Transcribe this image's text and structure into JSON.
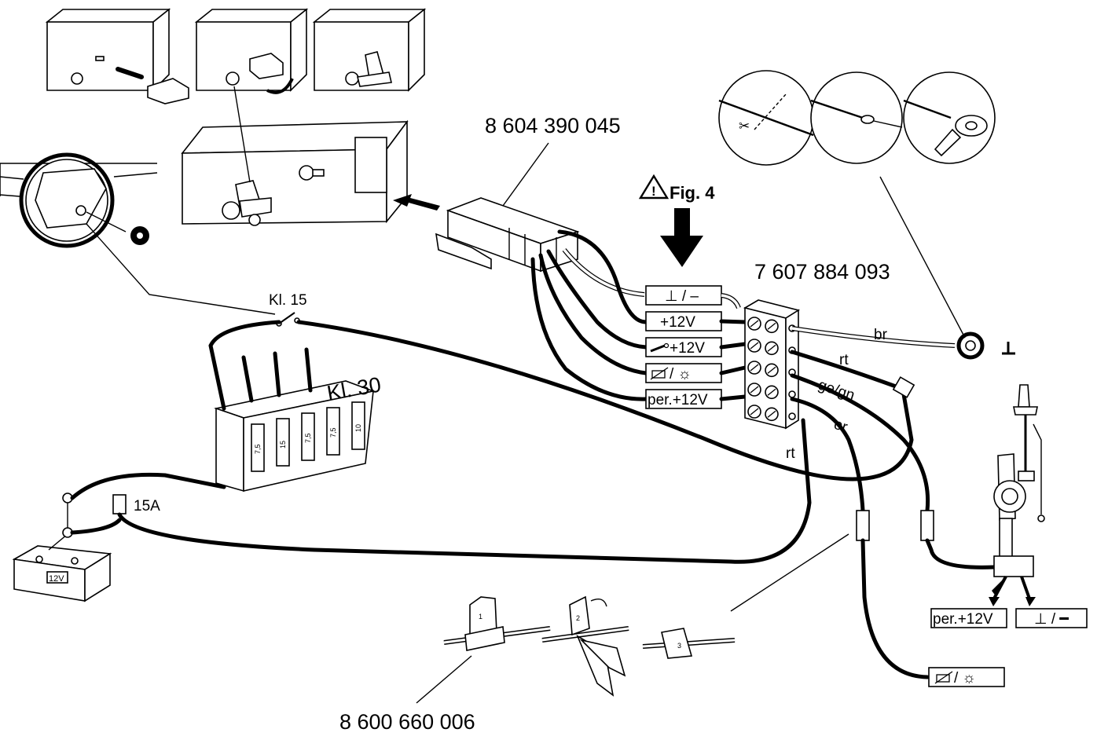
{
  "labels": {
    "connector_part": "8 604 390 045",
    "terminal_block_part": "7 607 884 093",
    "crimp_part": "8 600 660 006",
    "fig_ref": "Fig. 4",
    "kl15": "Kl. 15",
    "kl30": "Kl. 30",
    "fuse": "15A",
    "battery": "12V"
  },
  "terminals": {
    "ground": "⊥ / –",
    "plus12": "+12V",
    "ignition": "+12V",
    "illumination": "/ ☼",
    "permanent": "per.+12V"
  },
  "wire_colors": {
    "br": "br",
    "rt1": "rt",
    "gegn": "ge/gn",
    "or": "or",
    "rt2": "rt"
  },
  "antenna_outputs": {
    "permanent": "per.+12V",
    "ground": "⊥ / ━"
  },
  "illumination_box": "/ ☼",
  "fuse_values": [
    "7,5",
    "15",
    "7,5",
    "7,5",
    "10"
  ],
  "steps": [
    "1",
    "2",
    "3"
  ]
}
